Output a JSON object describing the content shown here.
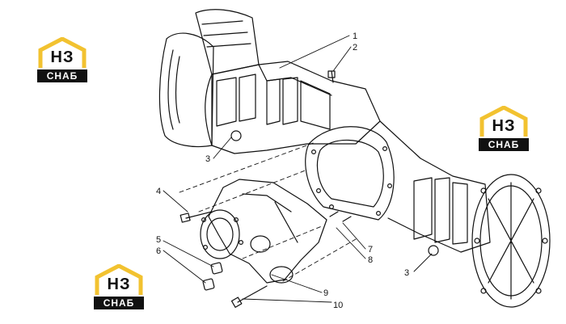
{
  "callouts": [
    {
      "id": "c1",
      "label": "1"
    },
    {
      "id": "c2",
      "label": "2"
    },
    {
      "id": "c3a",
      "label": "3"
    },
    {
      "id": "c3b",
      "label": "3"
    },
    {
      "id": "c4",
      "label": "4"
    },
    {
      "id": "c5",
      "label": "5"
    },
    {
      "id": "c6",
      "label": "6"
    },
    {
      "id": "c7",
      "label": "7"
    },
    {
      "id": "c8",
      "label": "8"
    },
    {
      "id": "c9",
      "label": "9"
    },
    {
      "id": "c10",
      "label": "10"
    }
  ],
  "logo": {
    "mark": "НЗ",
    "plate": "СНАБ",
    "colors": {
      "accent": "#f2c230",
      "dark": "#111111",
      "plate_text": "#ffffff"
    }
  }
}
